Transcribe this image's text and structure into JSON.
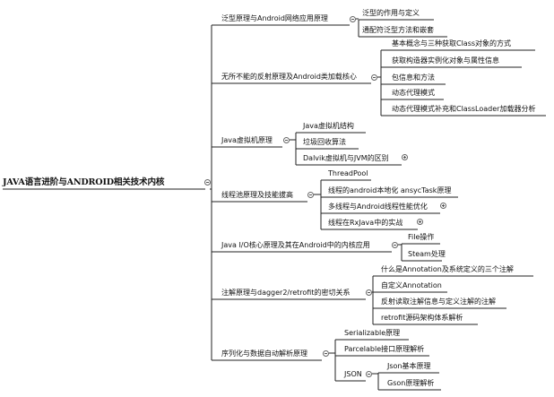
{
  "mindmap": {
    "root": "JAVA语言进阶与ANDROID相关技术内核",
    "branches": [
      {
        "label": "泛型原理与Android网络应用原理",
        "children": [
          {
            "label": "泛型的作用与定义"
          },
          {
            "label": "通配符泛型方法和嵌套"
          }
        ]
      },
      {
        "label": "无所不能的反射原理及Android类加载核心",
        "children": [
          {
            "label": "基本概念与三种获取Class对象的方式"
          },
          {
            "label": "获取构造器实例化对象与属性信息"
          },
          {
            "label": "包信息和方法"
          },
          {
            "label": "动态代理模式"
          },
          {
            "label": "动态代理模式补充和ClassLoader加载器分析"
          }
        ]
      },
      {
        "label": "Java虚拟机原理",
        "children": [
          {
            "label": "Java虚拟机结构"
          },
          {
            "label": "垃圾回收算法"
          },
          {
            "label": "Dalvik虚拟机与JVM的区别",
            "collapsed": true
          }
        ]
      },
      {
        "label": "线程池原理及技能拔高",
        "children": [
          {
            "label": "ThreadPool"
          },
          {
            "label": "线程的android本地化 ansycTask原理"
          },
          {
            "label": "多线程与Android线程性能优化",
            "collapsed": true
          },
          {
            "label": "线程在RxJava中的实战",
            "collapsed": true
          }
        ]
      },
      {
        "label": "Java I/O核心原理及其在Android中的内核应用",
        "children": [
          {
            "label": "File操作"
          },
          {
            "label": "Steam处理"
          }
        ]
      },
      {
        "label": "注解原理与dagger2/retrofit的密切关系",
        "children": [
          {
            "label": "什么是Annotation及系统定义的三个注解"
          },
          {
            "label": "自定义Annotation"
          },
          {
            "label": "反射读取注解信息与定义注解的注解"
          },
          {
            "label": "retrofit源码架构体系解析"
          }
        ]
      },
      {
        "label": "序列化与数据自动解析原理",
        "children": [
          {
            "label": "Serializable原理"
          },
          {
            "label": "Parcelable接口原理解析"
          },
          {
            "label": "JSON",
            "children": [
              {
                "label": "Json基本原理"
              },
              {
                "label": "Gson原理解析"
              }
            ]
          }
        ]
      }
    ]
  }
}
